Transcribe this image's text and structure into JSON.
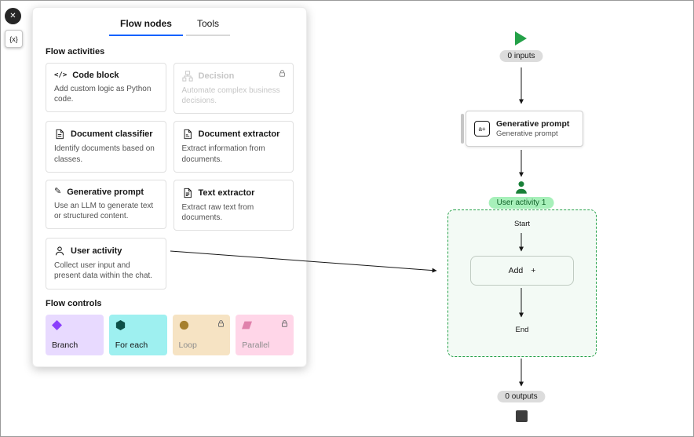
{
  "colors": {
    "accent": "#0f62fe",
    "green": "#24a148",
    "green-dark": "#198038",
    "green-pill-bg": "#a7f0ba",
    "green-pill-text": "#0e6027",
    "container-bg": "#f3faf5",
    "gray-pill-bg": "#dcdcdc",
    "branch-bg": "#e8daff",
    "branch-icon": "#8a3ffc",
    "foreach-bg": "#9ef0f0",
    "foreach-icon": "#0e5048",
    "loop-bg": "#f6e3c3",
    "loop-icon": "#a6802e",
    "parallel-bg": "#ffd6e8",
    "parallel-icon": "#e081ab"
  },
  "icons": {
    "close": "✕",
    "code": "</>",
    "pencil": "✎",
    "ai": "a+",
    "plus": "+"
  },
  "toolbar": {
    "variables_label": "{x}"
  },
  "panel": {
    "tabs": [
      {
        "label": "Flow nodes"
      },
      {
        "label": "Tools"
      }
    ],
    "activities_title": "Flow activities",
    "cards": [
      {
        "title": "Code block",
        "desc": "Add custom logic as Python code."
      },
      {
        "title": "Decision",
        "desc": "Automate complex business decisions."
      },
      {
        "title": "Document classifier",
        "desc": "Identify documents based on classes."
      },
      {
        "title": "Document extractor",
        "desc": "Extract information from documents."
      },
      {
        "title": "Generative prompt",
        "desc": "Use an LLM to generate text or structured content."
      },
      {
        "title": "Text extractor",
        "desc": "Extract raw text from documents."
      },
      {
        "title": "User activity",
        "desc": "Collect user input and present data within the chat."
      }
    ],
    "controls_title": "Flow controls",
    "controls": [
      {
        "label": "Branch"
      },
      {
        "label": "For each"
      },
      {
        "label": "Loop"
      },
      {
        "label": "Parallel"
      }
    ]
  },
  "canvas": {
    "inputs_pill": "0 inputs",
    "generative_node": {
      "title": "Generative prompt",
      "subtitle": "Generative prompt"
    },
    "user_activity_pill": "User activity 1",
    "start_label": "Start",
    "add_label": "Add",
    "end_label": "End",
    "outputs_pill": "0 outputs"
  }
}
